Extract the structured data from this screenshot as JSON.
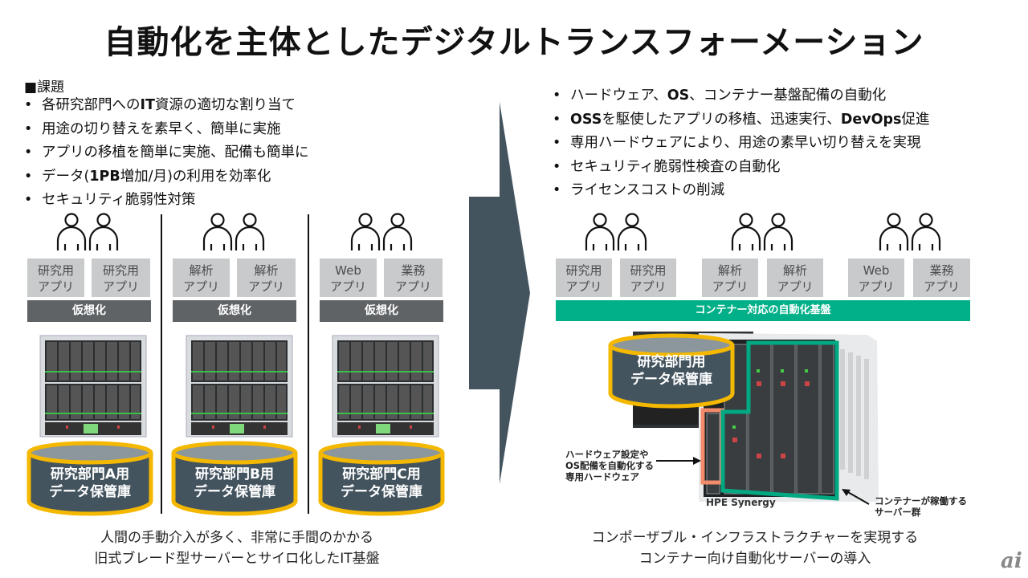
{
  "title": "自動化を主体としたデジタルトランスフォーメーション",
  "issues": {
    "heading": "■課題",
    "items": [
      [
        "各研究部門への",
        "IT",
        "資源の適切な割り当て"
      ],
      [
        "用途の切り替えを素早く、簡単に実施",
        "",
        ""
      ],
      [
        "アプリの移植を簡単に実施、配備も簡単に",
        "",
        ""
      ],
      [
        "データ(",
        "1PB",
        "増加/月)の利用を効率化"
      ],
      [
        "セキュリティ脆弱性対策",
        "",
        ""
      ]
    ]
  },
  "solutions": {
    "items": [
      [
        "ハードウェア、",
        "OS",
        "、コンテナー基盤配備の自動化"
      ],
      [
        "",
        "OSS",
        "を駆使したアプリの移植、迅速実行、",
        "DevOps",
        "促進"
      ],
      [
        "専用ハードウェアにより、用途の素早い切り替えを実現",
        "",
        ""
      ],
      [
        "セキュリティ脆弱性検査の自動化",
        "",
        ""
      ],
      [
        "ライセンスコストの削減",
        "",
        ""
      ]
    ]
  },
  "legacy": {
    "groups": [
      {
        "apps": [
          {
            "line1": "研究用",
            "line2": "アプリ"
          },
          {
            "line1": "研究用",
            "line2": "アプリ"
          }
        ],
        "virtualization": "仮想化",
        "storage": {
          "line1": "研究部門A用",
          "line2": "データ保管庫"
        }
      },
      {
        "apps": [
          {
            "line1": "解析",
            "line2": "アプリ"
          },
          {
            "line1": "解析",
            "line2": "アプリ"
          }
        ],
        "virtualization": "仮想化",
        "storage": {
          "line1": "研究部門B用",
          "line2": "データ保管庫"
        }
      },
      {
        "apps": [
          {
            "line1": "Web",
            "line2": "アプリ"
          },
          {
            "line1": "業務",
            "line2": "アプリ"
          }
        ],
        "virtualization": "仮想化",
        "storage": {
          "line1": "研究部門C用",
          "line2": "データ保管庫"
        }
      }
    ],
    "caption_line1": "人間の手動介入が多く、非常に手間のかかる",
    "caption_line2": "旧式ブレード型サーバーとサイロ化したIT基盤"
  },
  "modern": {
    "apps": [
      {
        "line1": "研究用",
        "line2": "アプリ"
      },
      {
        "line1": "研究用",
        "line2": "アプリ"
      },
      {
        "line1": "解析",
        "line2": "アプリ"
      },
      {
        "line1": "解析",
        "line2": "アプリ"
      },
      {
        "line1": "Web",
        "line2": "アプリ"
      },
      {
        "line1": "業務",
        "line2": "アプリ"
      }
    ],
    "platform": "コンテナー対応の自動化基盤",
    "storage": {
      "line1": "研究部門用",
      "line2": "データ保管庫"
    },
    "hw_label": {
      "line1": "ハードウェア設定や",
      "line2": "OS配備を自動化する",
      "line3": "専用ハードウェア"
    },
    "product": "HPE Synergy",
    "servers_label": {
      "line1": "コンテナーが稼働する",
      "line2": "サーバー群"
    },
    "caption_line1": "コンポーザブル・インフラストラクチャーを実現する",
    "caption_line2": "コンテナー向け自動化サーバーの導入"
  },
  "colors": {
    "arrow": "#43545F",
    "app_box": "#C8CACB",
    "virtualization_bar": "#5F6366",
    "container_bar": "#01B088",
    "cylinder_body": "#43545F",
    "cylinder_top": "#8B969D",
    "cylinder_border": "#F5B800",
    "hw_highlight": "#F28B6C",
    "server_highlight": "#01A982"
  },
  "logo": "ai"
}
